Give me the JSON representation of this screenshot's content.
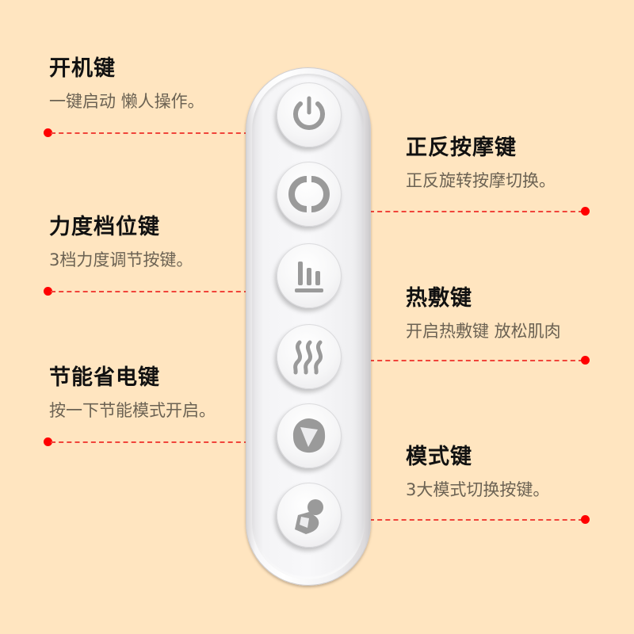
{
  "colors": {
    "background": "#FFE5C0",
    "leader_line": "#F0443A",
    "dot": "#FF0000",
    "icon_gray": "#9A9A9A"
  },
  "remote": {
    "buttons": [
      {
        "icon": "power-icon",
        "label": "开机键"
      },
      {
        "icon": "rotate-icon",
        "label": "正反按摩键"
      },
      {
        "icon": "intensity-bars-icon",
        "label": "力度档位键"
      },
      {
        "icon": "heat-waves-icon",
        "label": "热敷键"
      },
      {
        "icon": "energy-save-icon",
        "label": "节能省电键"
      },
      {
        "icon": "mode-massage-icon",
        "label": "模式键"
      }
    ]
  },
  "left_labels": [
    {
      "title": "开机键",
      "desc": "一键启动 懒人操作。"
    },
    {
      "title": "力度档位键",
      "desc": "3档力度调节按键。"
    },
    {
      "title": "节能省电键",
      "desc": "按一下节能模式开启。"
    }
  ],
  "right_labels": [
    {
      "title": "正反按摩键",
      "desc": "正反旋转按摩切换。"
    },
    {
      "title": "热敷键",
      "desc": "开启热敷键 放松肌肉"
    },
    {
      "title": "模式键",
      "desc": "3大模式切换按键。"
    }
  ]
}
